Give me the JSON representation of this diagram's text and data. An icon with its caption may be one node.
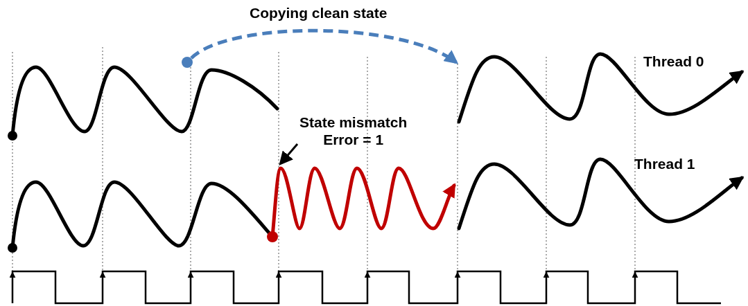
{
  "diagram": {
    "nodes": [
      {
        "text": [],
        "shape": "circle"
      },
      {
        "text": [
          "State mismatch",
          "Error = 1"
        ]
      }
    ],
    "edges": [
      {
        "from": 0,
        "to": null,
        "arrow": "to",
        "label": "Copying clean state",
        "style": "dashed",
        "color": "#4a7ebb"
      },
      {
        "from": 1,
        "to": null,
        "arrow": "to",
        "color": "#000000"
      }
    ],
    "labels": [
      "Thread 0",
      "Thread 1"
    ]
  }
}
